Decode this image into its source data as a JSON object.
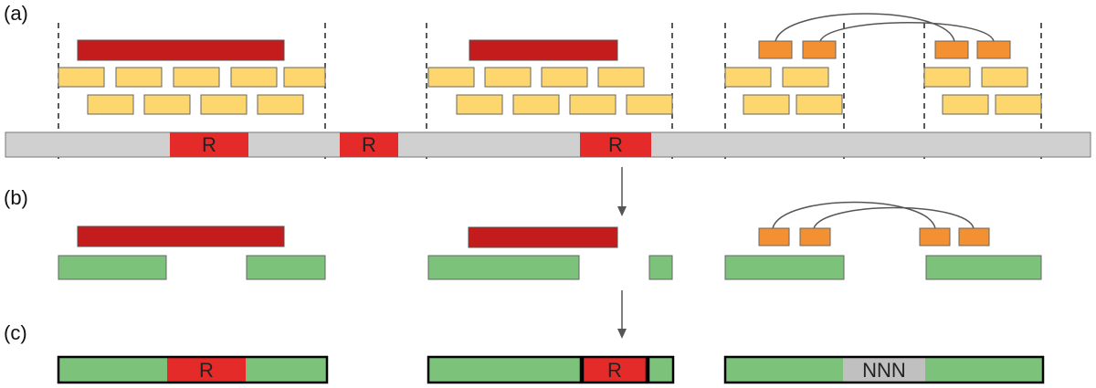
{
  "panels": {
    "a": "(a)",
    "b": "(b)",
    "c": "(c)"
  },
  "labels": {
    "repeat": "R",
    "gap": "NNN"
  },
  "colors": {
    "long_read": "#c41c1c",
    "short_read": "#fdd66e",
    "paired_read": "#f29032",
    "repeat": "#e52a2a",
    "contig": "#7cc27a",
    "genome": "#d0d0d0",
    "gap_fill": "#c0c0c0",
    "arrow": "#555555"
  }
}
